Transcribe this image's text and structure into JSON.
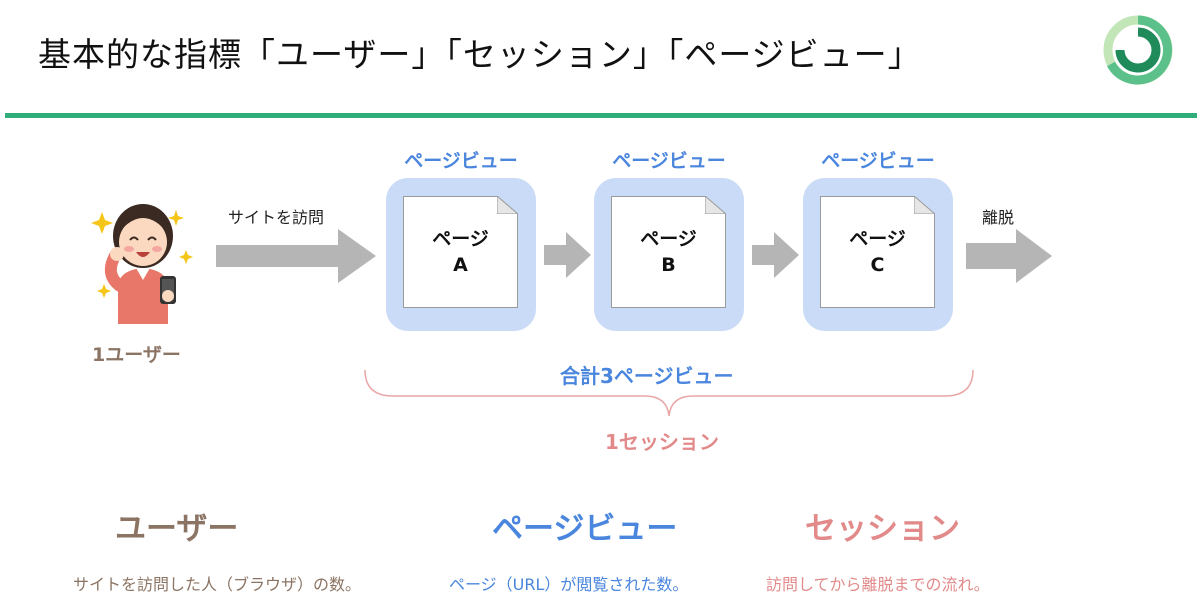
{
  "title": "基本的な指標「ユーザー」「セッション」「ページビュー」",
  "flow": {
    "visit_label": "サイトを訪問",
    "exit_label": "離脱",
    "user_caption": "1ユーザー",
    "pageview_label": "ページビュー",
    "pages": [
      {
        "line1": "ページ",
        "line2": "A"
      },
      {
        "line1": "ページ",
        "line2": "B"
      },
      {
        "line1": "ページ",
        "line2": "C"
      }
    ],
    "total_pageviews": "合計3ページビュー",
    "session_label": "1セッション"
  },
  "definitions": [
    {
      "term": "ユーザー",
      "description": "サイトを訪問した人（ブラウザ）の数。",
      "color": "#8b7463"
    },
    {
      "term": "ページビュー",
      "description": "ページ（URL）が閲覧された数。",
      "color": "#4a86dd"
    },
    {
      "term": "セッション",
      "description": "訪問してから離脱までの流れ。",
      "color": "#e28a8a"
    }
  ],
  "colors": {
    "accent_rule": "#2fae7c",
    "arrow": "#b5b5b5",
    "frame": "#c9dbf6",
    "brace": "#e9a6a6"
  },
  "icons": {
    "logo": "circular-logo-icon",
    "user": "user-with-phone-icon",
    "arrow": "right-arrow-icon",
    "brace": "curly-brace-icon"
  }
}
